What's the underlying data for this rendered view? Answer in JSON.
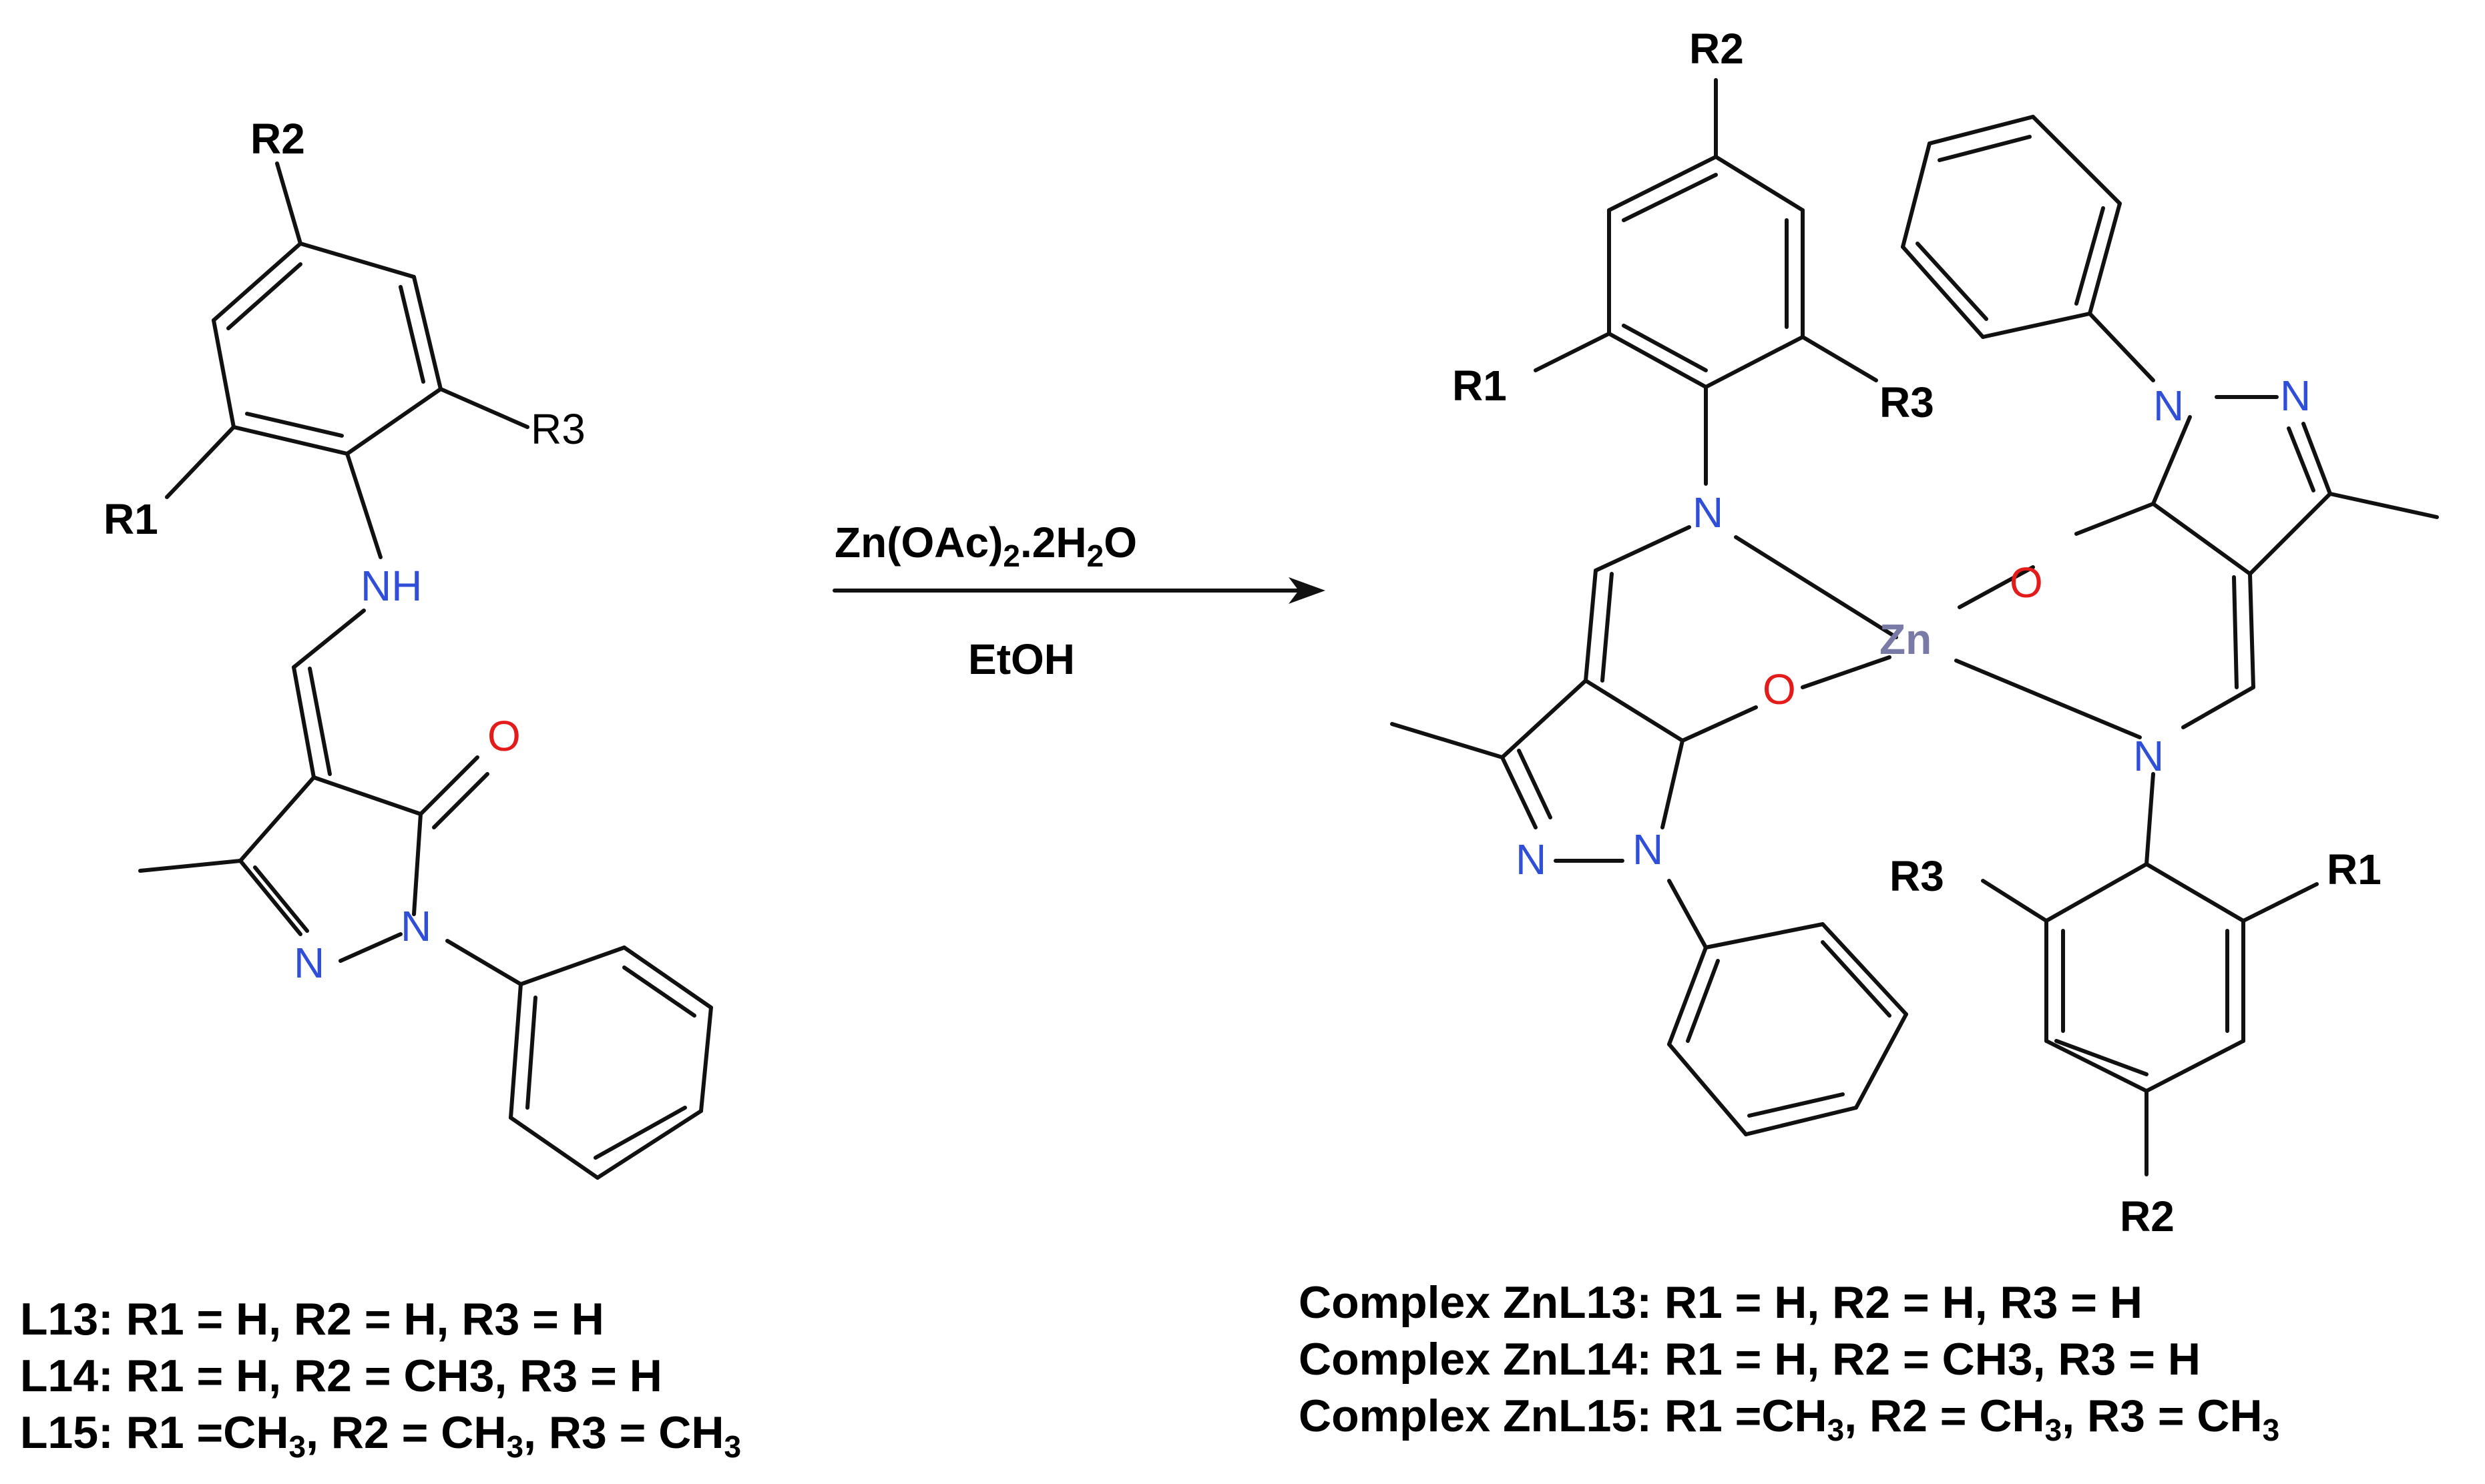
{
  "colors": {
    "bond": "#111111",
    "nitrogen": "#2f4fd8",
    "oxygen": "#e31b1b",
    "zinc": "#7a7aa6"
  },
  "reagent": {
    "line1_main": "Zn(OAc)",
    "line1_sub": "2",
    "line1_mid": ".2H",
    "line1_sub2": "2",
    "line1_end": "O",
    "line2": "EtOH"
  },
  "ligand": {
    "r1": "R1",
    "r2": "R2",
    "r3": "R3",
    "nh": "NH",
    "o": "O",
    "n1": "N",
    "n2": "N"
  },
  "complex": {
    "r1": "R1",
    "r2": "R2",
    "r3": "R3",
    "zn": "Zn",
    "n_top": "N",
    "n_bottom": "N",
    "o_left": "O",
    "o_right": "O",
    "pz_left_n1": "N",
    "pz_left_n2": "N",
    "pz_right_n1": "N",
    "pz_right_n2": "N"
  },
  "captions_left": {
    "l13": "L13: R1 = H, R2 = H, R3 = H",
    "l14": "L14: R1 = H, R2 = CH3, R3 = H",
    "l15_a": "L15: R1 =CH",
    "l15_a_sub": "3",
    "l15_b": ", R2 = CH",
    "l15_b_sub": "3",
    "l15_c": ", R3 = CH",
    "l15_c_sub": "3"
  },
  "captions_right": {
    "c13": "Complex ZnL13: R1 = H, R2 = H, R3 = H",
    "c14": "Complex ZnL14: R1 = H, R2 = CH3, R3 = H",
    "c15_a": "Complex ZnL15: R1 =CH",
    "c15_a_sub": "3",
    "c15_b": ", R2 = CH",
    "c15_b_sub": "3",
    "c15_c": ", R3 = CH",
    "c15_c_sub": "3"
  }
}
